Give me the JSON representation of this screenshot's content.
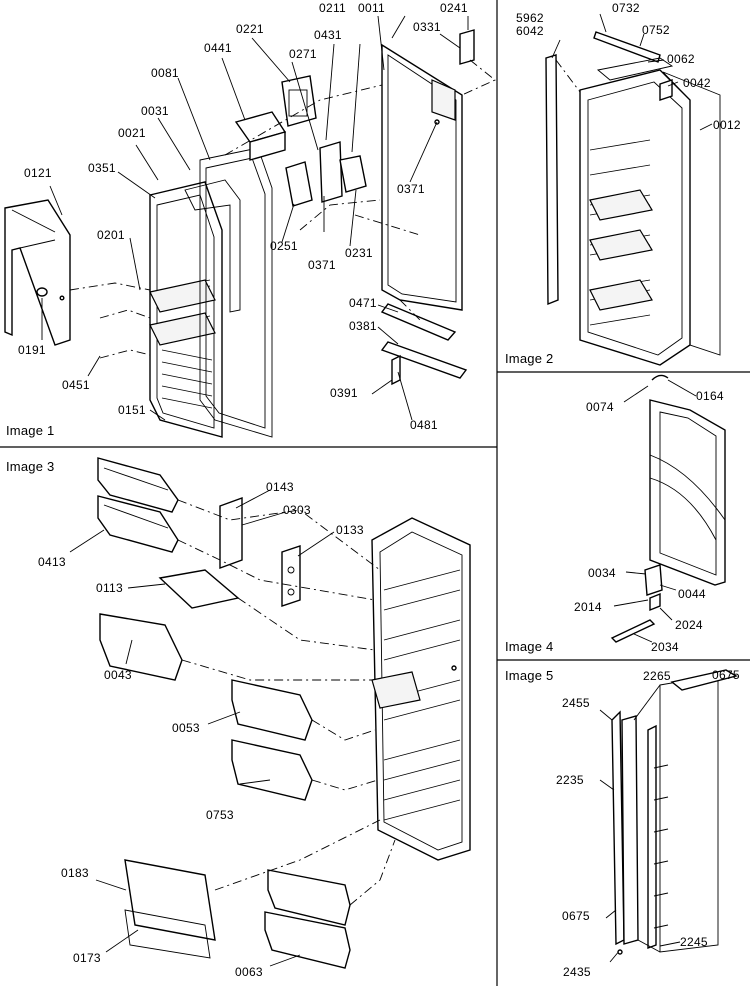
{
  "panels": [
    {
      "title": "Image 1",
      "labels": [
        "0121",
        "0191",
        "0451",
        "0151",
        "0351",
        "0021",
        "0031",
        "0201",
        "0081",
        "0441",
        "0221",
        "0211",
        "0431",
        "0271",
        "0011",
        "0331",
        "0241",
        "0371",
        "0251",
        "0371",
        "0231",
        "0471",
        "0381",
        "0391",
        "0481"
      ]
    },
    {
      "title": "Image 2",
      "labels": [
        "5962\n6042",
        "0732",
        "0752",
        "0062",
        "0042",
        "0012"
      ]
    },
    {
      "title": "Image 3",
      "labels": [
        "0413",
        "0143",
        "0303",
        "0133",
        "0113",
        "0043",
        "0053",
        "0753",
        "0183",
        "0173",
        "0063"
      ]
    },
    {
      "title": "Image 4",
      "labels": [
        "0074",
        "0164",
        "0034",
        "0044",
        "2014",
        "2024",
        "2034"
      ]
    },
    {
      "title": "Image 5",
      "labels": [
        "2265",
        "0675",
        "2455",
        "2235",
        "0675",
        "2245",
        "2435"
      ]
    }
  ]
}
